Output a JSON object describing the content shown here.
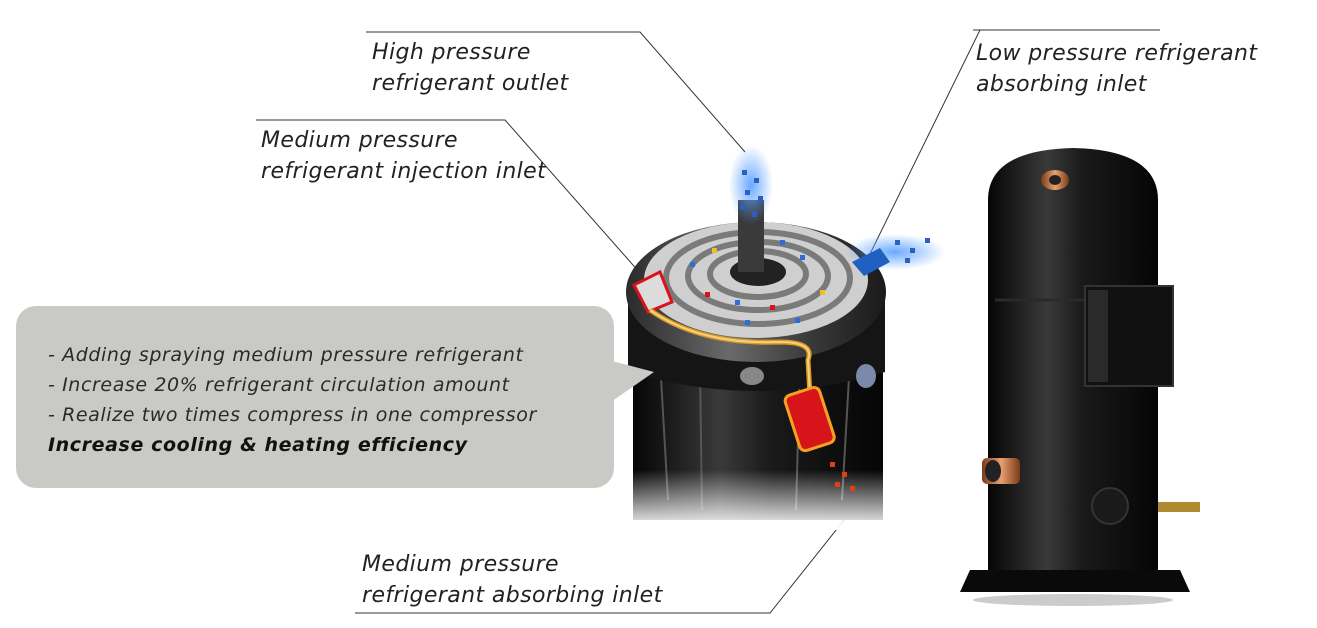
{
  "labels": {
    "high_pressure_outlet": [
      "High pressure",
      "refrigerant outlet"
    ],
    "low_pressure_inlet": [
      "Low pressure refrigerant",
      "absorbing inlet"
    ],
    "medium_pressure_injection": [
      "Medium pressure",
      "refrigerant injection inlet"
    ],
    "medium_pressure_absorbing": [
      "Medium pressure",
      "refrigerant absorbing inlet"
    ]
  },
  "callout": {
    "bullets": [
      "- Adding spraying medium pressure refrigerant",
      "- Increase 20% refrigerant circulation amount",
      "- Realize two times compress in one compressor"
    ],
    "conclusion": "Increase cooling & heating efficiency"
  },
  "colors": {
    "callout_bg": "#c9c9c6",
    "compressor_body": "#111111",
    "injection_highlight": "#d8141b",
    "refrigerant_high": "#2b6fd6",
    "refrigerant_medium": "#f0a020"
  }
}
